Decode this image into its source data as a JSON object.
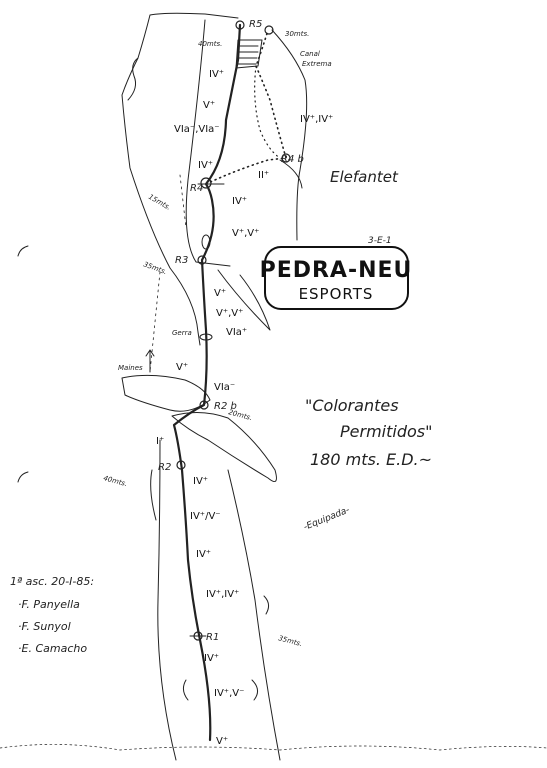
{
  "topo": {
    "title": "Colorantes Permitidos",
    "title_line1": "\"Colorantes",
    "title_line2": "Permitidos\"",
    "stats": "180 mts. E.D.~",
    "equipment": "-Equipada-",
    "formation": "Elefantet",
    "ref": "3-E-1"
  },
  "logo": {
    "brand": "PEDRA-NEU",
    "sub": "ESPORTS"
  },
  "ascent": {
    "date": "1ª asc. 20-I-85:",
    "climbers": [
      "·F. Panyella",
      "·F. Sunyol",
      "·E. Camacho"
    ]
  },
  "belays": {
    "r1": "R1",
    "r2": "R2",
    "r2b": "R2 b",
    "r3": "R3",
    "r4": "R4",
    "r4b": "R4 b",
    "r5": "R5"
  },
  "grades": {
    "p1_a": "V⁺",
    "p1_b": "IV⁺,V⁻",
    "p1_c": "IV⁺",
    "p2_a": "IV⁺,IV⁺",
    "p2_b": "IV⁺",
    "p2_c": "IV⁺/V⁻",
    "p2_d": "IV⁺",
    "p2_e": "I⁺",
    "p3_a": "VIa⁻",
    "p3_b": "V⁺",
    "p3_c": "VIa⁺",
    "p3_d": "V⁺,V⁺",
    "p3_e": "V⁺",
    "p4_a": "V⁺,V⁺",
    "p4_b": "IV⁺",
    "p5_a": "IV⁺",
    "p5_b": "VIa⁻,VIa⁻",
    "p5_c": "V⁺",
    "p5_d": "IV⁺",
    "var_a": "IV⁺,IV⁺",
    "var_b": "II⁺"
  },
  "lengths": {
    "l_top": "40mts.",
    "l_top_right": "30mts.",
    "l_15": "15mts.",
    "l_35": "35mts.",
    "l_20": "20mts.",
    "l_40": "40mts.",
    "l_35b": "35mts."
  },
  "notes": {
    "canal": "Canal",
    "extreme": "Extrema",
    "maines": "Maines",
    "gerra": "Gerra"
  }
}
